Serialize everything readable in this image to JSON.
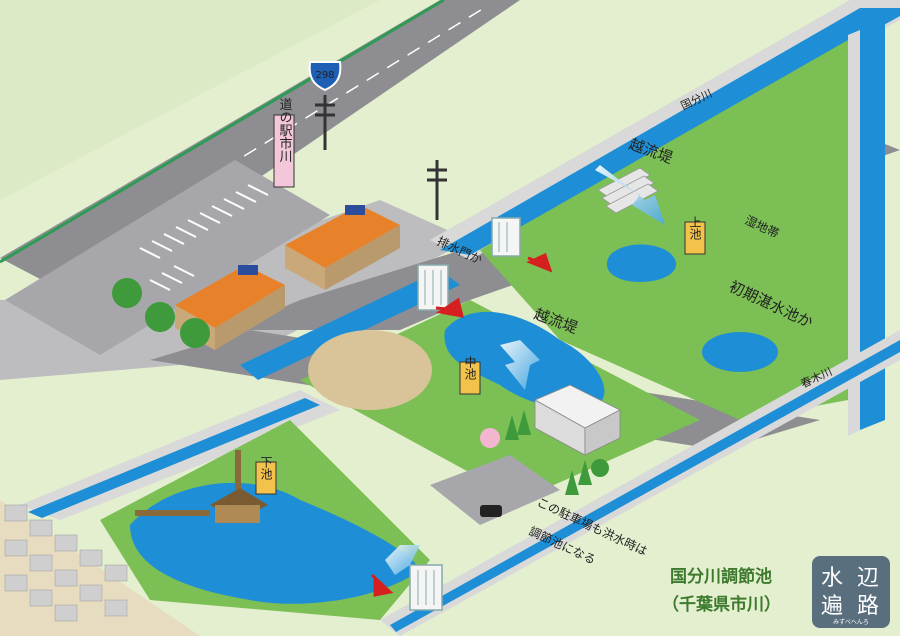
{
  "labels": {
    "route_number": "298",
    "station_sign": "道の駅市川",
    "kokubu_river": "国分川",
    "haruki_river": "春木川",
    "weir_upper": "越流堤",
    "weir_middle": "越流堤",
    "drain_gate": "排水門か",
    "wetland": "湿地帯",
    "initial_pool": "初期湛水池か",
    "parking_note_1": "この駐車場も洪水時は",
    "parking_note_2": "調節池になる"
  },
  "ponds": {
    "upper": "上池",
    "middle": "中池",
    "lower": "下池"
  },
  "caption": {
    "title": "国分川調節池",
    "subtitle": "（千葉県市川）"
  },
  "logo": {
    "chars": [
      "水",
      "辺",
      "遍",
      "路"
    ],
    "small": "みずべへんろ"
  },
  "colors": {
    "grass": "#7bbf55",
    "water": "#1e8fd6",
    "road": "#8e8e92",
    "embankment": "#d9d9d9",
    "roof": "#e8822a",
    "arrow_red": "#d62020",
    "caption_green": "#3d7a2e"
  }
}
